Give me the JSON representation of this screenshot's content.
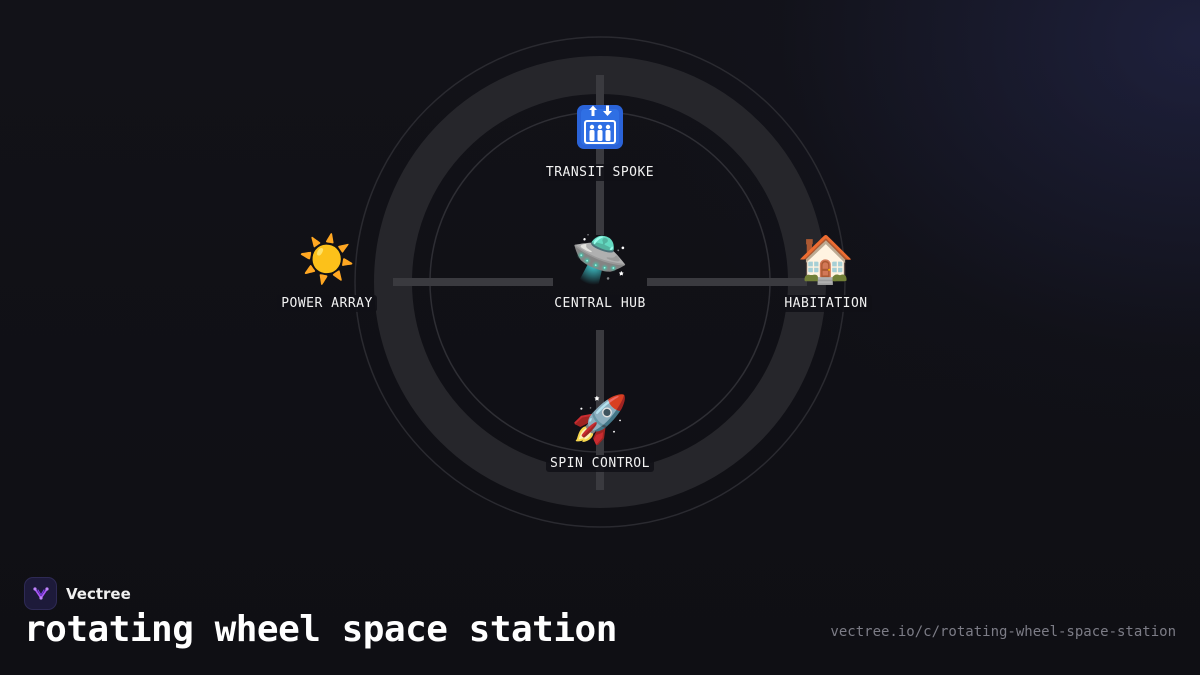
{
  "diagram": {
    "nodes": {
      "transit_spoke": {
        "label": "TRANSIT SPOKE",
        "icon": "elevator-icon",
        "emoji": "🛗"
      },
      "power_array": {
        "label": "POWER ARRAY",
        "icon": "sun-icon",
        "emoji": "☀️"
      },
      "central_hub": {
        "label": "CENTRAL HUB",
        "icon": "flying-saucer-icon",
        "emoji": "🛸"
      },
      "habitation": {
        "label": "HABITATION",
        "icon": "house-icon",
        "emoji": "🏠"
      },
      "spin_control": {
        "label": "SPIN CONTROL",
        "icon": "rocket-icon",
        "emoji": "🚀"
      }
    },
    "colors": {
      "ring": "#26262b",
      "spokes": "#3a3a3f",
      "outline": "#2a2a30"
    }
  },
  "footer": {
    "brand_name": "Vectree",
    "title": "rotating wheel space station",
    "url": "vectree.io/c/rotating-wheel-space-station"
  },
  "colors": {
    "background": "#111116",
    "brand_accent": "#a855f7"
  }
}
